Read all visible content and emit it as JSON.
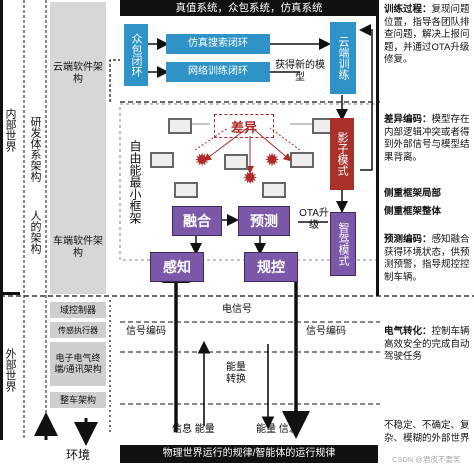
{
  "top_banner": "真值系统，众包系统，仿真系统",
  "left_labels": {
    "inner_world": "内部世界",
    "outer_world": "外部世界",
    "dev_arch": "研发体系架构",
    "human_arch": "人的架构"
  },
  "layer_labels": {
    "cloud_arch": "云端软件架构",
    "vehicle_arch": "车端软件架构",
    "domain_controller": "域控制器",
    "sensor_actuator": "传感执行器",
    "ee_arch": "电子电气终端/通讯架构",
    "vehicle_body": "整车架构",
    "environment": "环境"
  },
  "cloud": {
    "crowdsource": "众包闭环",
    "sim_search": "仿真搜索闭环",
    "net_train": "网络训练闭环",
    "cloud_train": "云端训练",
    "new_model": "获得新的模型"
  },
  "vehicle": {
    "difference": "差异",
    "free_min_frame": "自由能最小框架",
    "fusion": "融合",
    "predict": "预测",
    "perceive": "感知",
    "control": "规控",
    "shadow_mode": "影子模式",
    "smart_mode": "智驾模式",
    "ota": "OTA升级"
  },
  "signals": {
    "electric": "电信号",
    "signal_encode_left": "信号编码",
    "signal_encode_right": "信号编码",
    "energy_convert": "能量转换",
    "bottom_left": "信息 能量",
    "bottom_right": "能量 信息",
    "physical_law": "物理世界运行的规律/智能体的运行规律"
  },
  "notes": {
    "train_title": "训练过程：",
    "train_body": "复现问题位置，指导各团队排查问题，解决上报问题，并通过OTA升级修复。",
    "diff_title": "差异编码：",
    "diff_body": "模型存在内部逻辑冲突或者得到外部信号与模型结果背离。",
    "side_local": "侧重框架局部",
    "side_whole": "侧重框架整体",
    "predict_title": "预测编码：",
    "predict_body": "感知融合获得环境状态，供预测预警，指导规控控制车辆。",
    "elec_title": "电气转化：",
    "elec_body": "控制车辆高效安全的完成自动驾驶任务",
    "bottom_note": "不稳定、不确定、复杂、模糊的外部世界"
  },
  "watermark": "CSDN @君皮不要笑",
  "colors": {
    "blue": "#2f93c7",
    "purple": "#7b59a8",
    "red": "#a8322b",
    "grey": "#cfcfcf",
    "black": "#111111"
  }
}
